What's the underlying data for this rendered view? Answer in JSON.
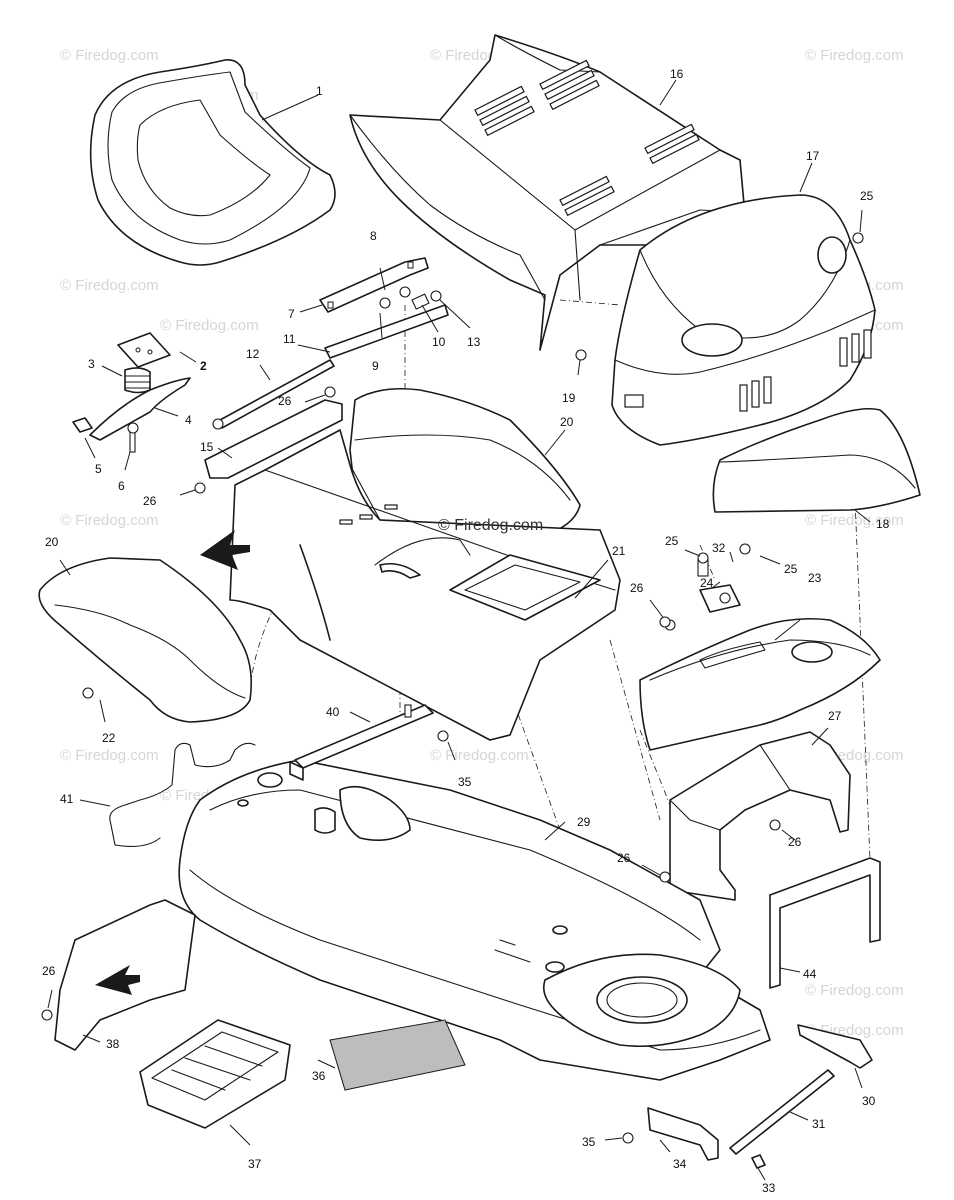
{
  "diagram": {
    "watermark_text": "© Firedog.com",
    "center_watermark_text": "© Firedog.com",
    "callouts": {
      "c1": "1",
      "c2": "2",
      "c3": "3",
      "c4": "4",
      "c5": "5",
      "c6": "6",
      "c7": "7",
      "c8": "8",
      "c9": "9",
      "c10": "10",
      "c11": "11",
      "c12": "12",
      "c13": "13",
      "c15": "15",
      "c16": "16",
      "c17": "17",
      "c18": "18",
      "c19": "19",
      "c20a": "20",
      "c20b": "20",
      "c21": "21",
      "c22": "22",
      "c23": "23",
      "c24": "24",
      "c25a": "25",
      "c25b": "25",
      "c25c": "25",
      "c26a": "26",
      "c26b": "26",
      "c26c": "26",
      "c26d": "26",
      "c26e": "26",
      "c26f": "26",
      "c27": "27",
      "c29": "29",
      "c30": "30",
      "c31": "31",
      "c32": "32",
      "c33": "33",
      "c34": "34",
      "c35a": "35",
      "c35b": "35",
      "c36": "36",
      "c37": "37",
      "c38": "38",
      "c40": "40",
      "c41": "41",
      "c44": "44"
    }
  }
}
